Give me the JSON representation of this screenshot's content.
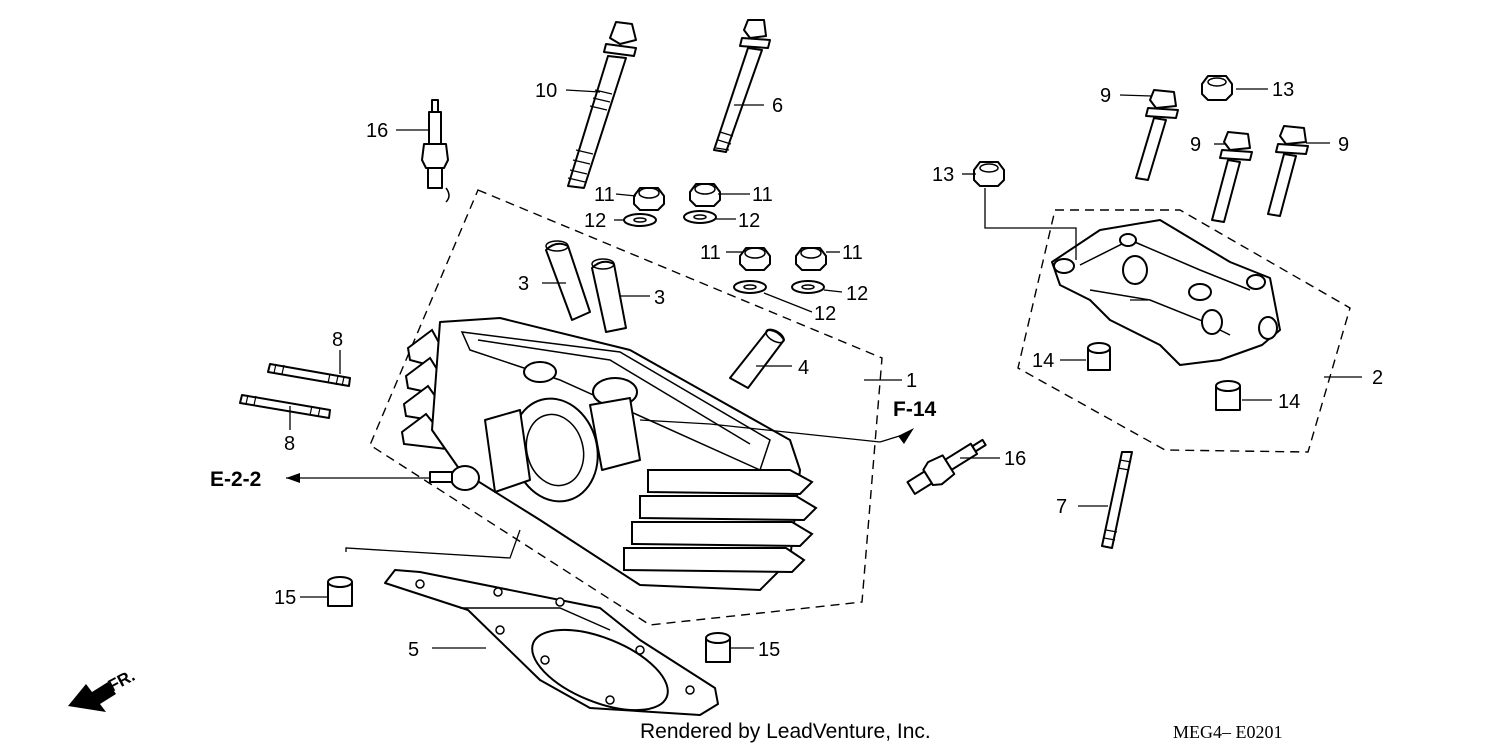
{
  "labels": {
    "l1": "1",
    "l2": "2",
    "l3a": "3",
    "l3b": "3",
    "l4": "4",
    "l5": "5",
    "l6": "6",
    "l7": "7",
    "l8a": "8",
    "l8b": "8",
    "l9a": "9",
    "l9b": "9",
    "l9c": "9",
    "l10": "10",
    "l11a": "11",
    "l11b": "11",
    "l11c": "11",
    "l11d": "11",
    "l12a": "12",
    "l12b": "12",
    "l12c": "12",
    "l12d": "12",
    "l13a": "13",
    "l13b": "13",
    "l14a": "14",
    "l14b": "14",
    "l15a": "15",
    "l15b": "15",
    "l16a": "16",
    "l16b": "16"
  },
  "refs": {
    "e22": "E-2-2",
    "f14": "F-14"
  },
  "front_mark": "FR.",
  "credit": "Rendered by LeadVenture, Inc.",
  "diagram_code": "MEG4– E0201"
}
